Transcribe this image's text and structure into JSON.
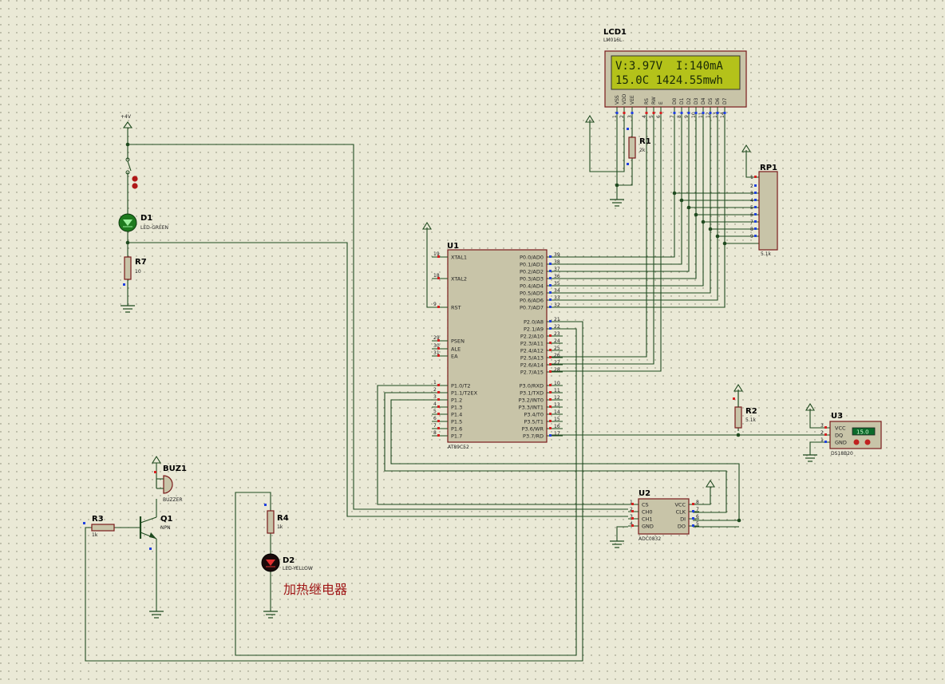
{
  "lcd": {
    "ref": "LCD1",
    "model": "LM016L",
    "line1": "V:3.97V  I:140mA",
    "line2": "15.0C 1424.55mwh",
    "pin_labels": [
      "VSS",
      "VDD",
      "VEE",
      "RS",
      "RW",
      "E",
      "D0",
      "D1",
      "D2",
      "D3",
      "D4",
      "D5",
      "D6",
      "D7"
    ],
    "pin_numbers": [
      "1",
      "2",
      "3",
      "4",
      "5",
      "6",
      "7",
      "8",
      "9",
      "10",
      "11",
      "12",
      "13",
      "14"
    ]
  },
  "u1": {
    "ref": "U1",
    "model": "AT89C52",
    "left_pins": [
      {
        "num": "19",
        "name": "XTAL1"
      },
      {
        "num": "18",
        "name": "XTAL2"
      },
      {
        "num": "9",
        "name": "RST"
      },
      {
        "num": "29",
        "name": "PSEN"
      },
      {
        "num": "30",
        "name": "ALE"
      },
      {
        "num": "31",
        "name": "EA"
      },
      {
        "num": "1",
        "name": "P1.0/T2"
      },
      {
        "num": "2",
        "name": "P1.1/T2EX"
      },
      {
        "num": "3",
        "name": "P1.2"
      },
      {
        "num": "4",
        "name": "P1.3"
      },
      {
        "num": "5",
        "name": "P1.4"
      },
      {
        "num": "6",
        "name": "P1.5"
      },
      {
        "num": "7",
        "name": "P1.6"
      },
      {
        "num": "8",
        "name": "P1.7"
      }
    ],
    "right_pins": [
      {
        "num": "39",
        "name": "P0.0/AD0"
      },
      {
        "num": "38",
        "name": "P0.1/AD1"
      },
      {
        "num": "37",
        "name": "P0.2/AD2"
      },
      {
        "num": "36",
        "name": "P0.3/AD3"
      },
      {
        "num": "35",
        "name": "P0.4/AD4"
      },
      {
        "num": "34",
        "name": "P0.5/AD5"
      },
      {
        "num": "33",
        "name": "P0.6/AD6"
      },
      {
        "num": "32",
        "name": "P0.7/AD7"
      },
      {
        "num": "21",
        "name": "P2.0/A8"
      },
      {
        "num": "22",
        "name": "P2.1/A9"
      },
      {
        "num": "23",
        "name": "P2.2/A10"
      },
      {
        "num": "24",
        "name": "P2.3/A11"
      },
      {
        "num": "25",
        "name": "P2.4/A12"
      },
      {
        "num": "26",
        "name": "P2.5/A13"
      },
      {
        "num": "27",
        "name": "P2.6/A14"
      },
      {
        "num": "28",
        "name": "P2.7/A15"
      },
      {
        "num": "10",
        "name": "P3.0/RXD"
      },
      {
        "num": "11",
        "name": "P3.1/TXD"
      },
      {
        "num": "12",
        "name": "P3.2/INT0"
      },
      {
        "num": "13",
        "name": "P3.3/INT1"
      },
      {
        "num": "14",
        "name": "P3.4/T0"
      },
      {
        "num": "15",
        "name": "P3.5/T1"
      },
      {
        "num": "16",
        "name": "P3.6/WR"
      },
      {
        "num": "17",
        "name": "P3.7/RD"
      }
    ]
  },
  "u2": {
    "ref": "U2",
    "model": "ADC0832",
    "left_pins": [
      {
        "num": "1",
        "name": "CS"
      },
      {
        "num": "2",
        "name": "CH0"
      },
      {
        "num": "3",
        "name": "CH1"
      },
      {
        "num": "4",
        "name": "GND"
      }
    ],
    "right_pins": [
      {
        "num": "8",
        "name": "VCC"
      },
      {
        "num": "7",
        "name": "CLK"
      },
      {
        "num": "6",
        "name": "DI"
      },
      {
        "num": "5",
        "name": "DO"
      }
    ]
  },
  "u3": {
    "ref": "U3",
    "model": "DS18B20",
    "readout": "15.0",
    "pins": [
      {
        "num": "3",
        "name": "VCC"
      },
      {
        "num": "2",
        "name": "DQ"
      },
      {
        "num": "1",
        "name": "GND"
      }
    ]
  },
  "rp1": {
    "ref": "RP1",
    "value": "5.1k",
    "pins": [
      "1",
      "2",
      "3",
      "4",
      "5",
      "6",
      "7",
      "8",
      "9"
    ]
  },
  "r1": {
    "ref": "R1",
    "value": "2k"
  },
  "r2": {
    "ref": "R2",
    "value": "5.1k"
  },
  "r3": {
    "ref": "R3",
    "value": "1k"
  },
  "r4": {
    "ref": "R4",
    "value": "1k"
  },
  "r7": {
    "ref": "R7",
    "value": "10"
  },
  "d1": {
    "ref": "D1",
    "value": "LED-GREEN"
  },
  "d2": {
    "ref": "D2",
    "value": "LED-YELLOW"
  },
  "q1": {
    "ref": "Q1",
    "value": "NPN"
  },
  "buz1": {
    "ref": "BUZ1",
    "value": "BUZZER"
  },
  "power": {
    "label": "+4V"
  },
  "relay_note": "加热继电器",
  "colors": {
    "background": "#eae9d6",
    "wire": "#1f4a1f",
    "body": "#c8c4a8",
    "lcd_screen": "#b4c21a",
    "note": "#a01818"
  }
}
